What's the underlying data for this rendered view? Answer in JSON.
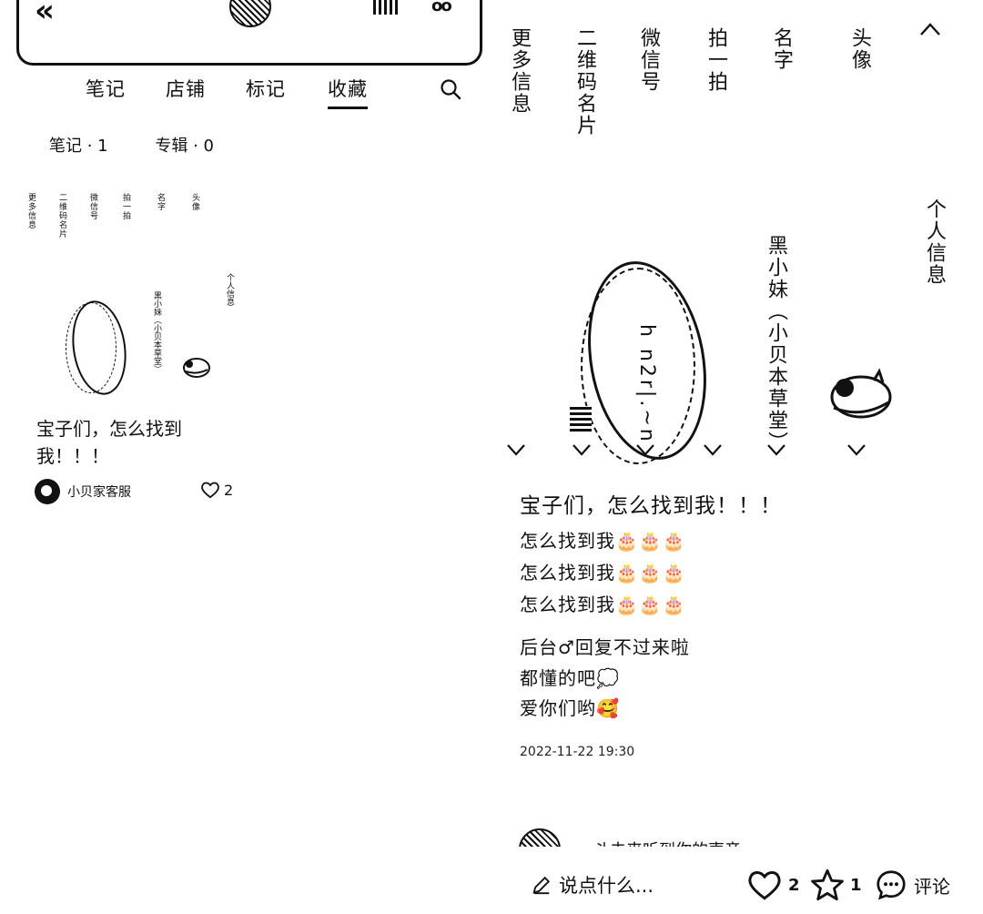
{
  "left": {
    "tabs": [
      "笔记",
      "店铺",
      "标记",
      "收藏"
    ],
    "active_tab": "收藏",
    "sub_tabs": [
      "笔记 · 1",
      "专辑 · 0"
    ],
    "mini_labels": [
      "头像",
      "名字",
      "拍一拍",
      "微信号",
      "二维码名片",
      "更多信息"
    ],
    "mini_title": "个人信息",
    "mini_name": "黑小妹（小贝本草堂）",
    "note_title": "宝子们，怎么找到我！！！",
    "author": "小贝家客服",
    "likes": "2"
  },
  "right": {
    "section_title": "个人信息",
    "labels": [
      "头像",
      "名字",
      "拍一拍",
      "微信号",
      "二维码名片",
      "更多信息"
    ],
    "name_value": "黑小妹（小贝本草堂）",
    "oval_text": "h n2r|.~n",
    "post_title": "宝子们，怎么找到我！！！",
    "body_lines": [
      "怎么找到我🎂🎂🎂",
      "怎么找到我🎂🎂🎂",
      "怎么找到我🎂🎂🎂",
      "后台♂回复不过来啦",
      "都懂的吧💭",
      "爱你们哟🥰"
    ],
    "date": "2022-11-22 19:30",
    "comment_preview": "斗未来听到你的声音",
    "say_placeholder": "说点什么...",
    "like_count": "2",
    "star_count": "1",
    "comment_label": "评论"
  }
}
